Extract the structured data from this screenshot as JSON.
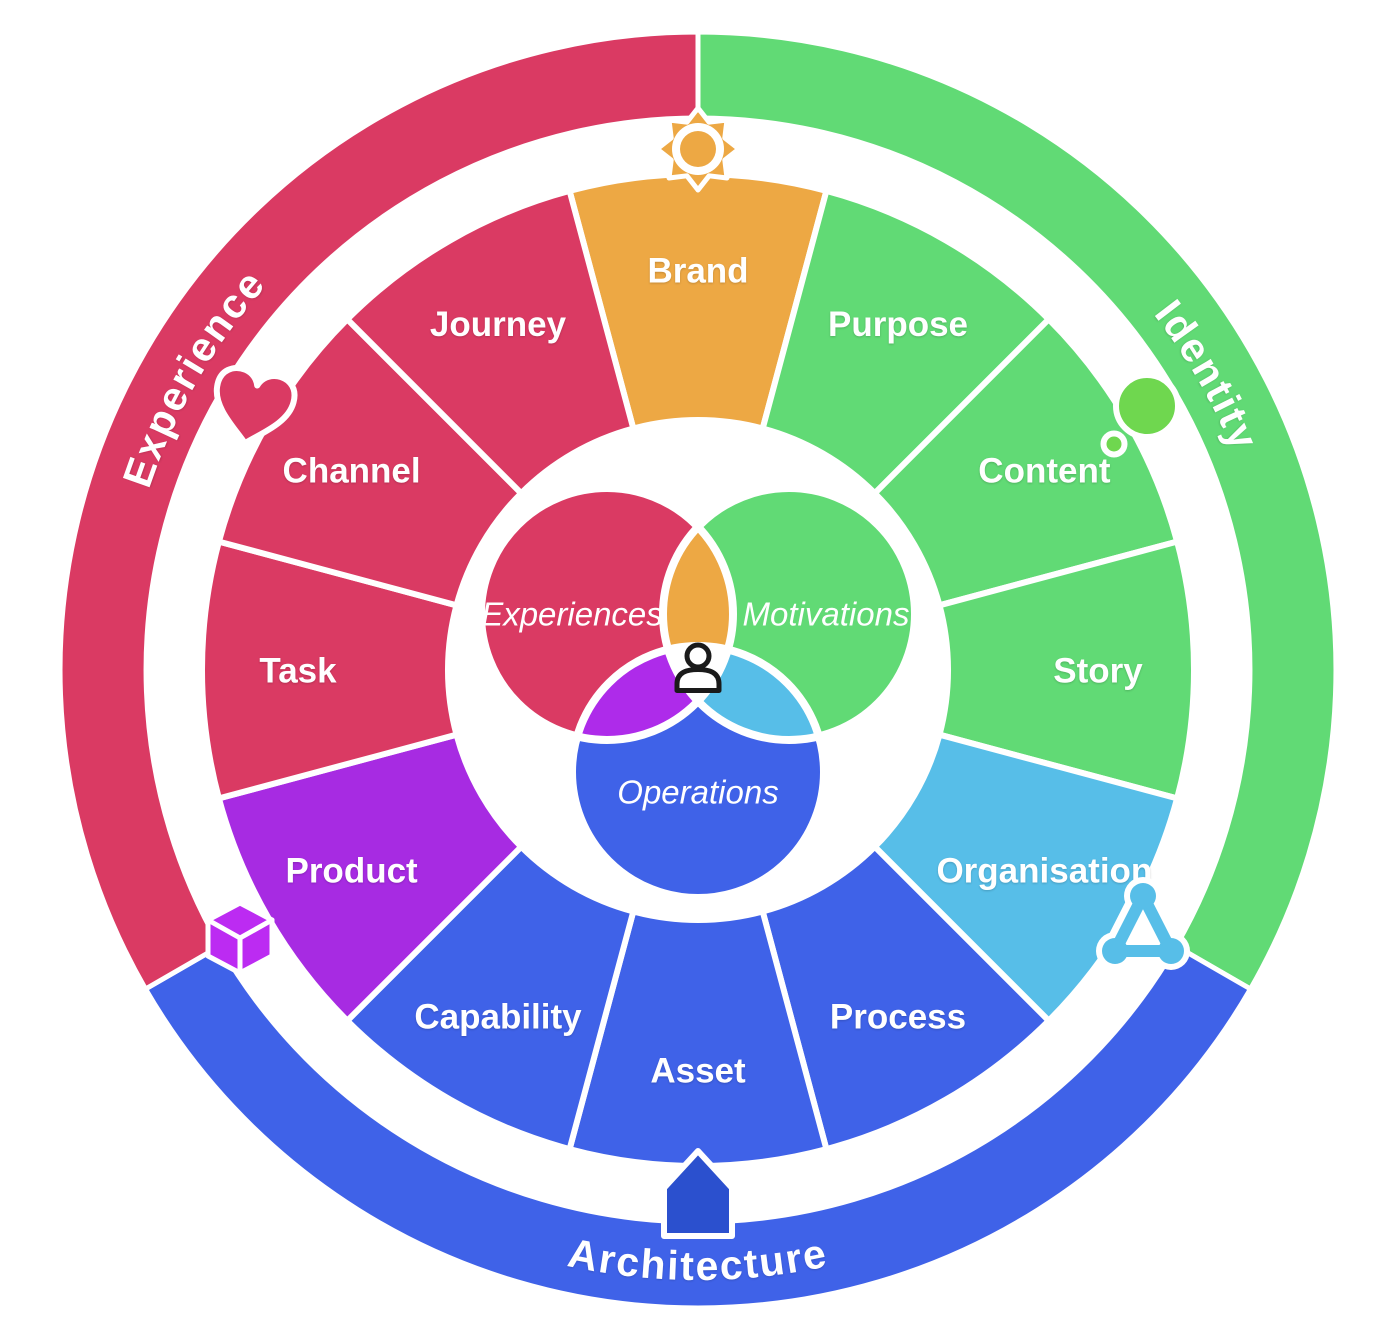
{
  "diagram": {
    "name": "brand-experience-architecture-wheel",
    "rings": {
      "outer": [
        {
          "label": "Identity",
          "color": "#61DA75",
          "icon": "bubble-icon"
        },
        {
          "label": "Architecture",
          "color": "#3F62E8",
          "icon": "house-icon"
        },
        {
          "label": "Experience",
          "color": "#DA3A63",
          "icon": "heart-icon"
        }
      ],
      "middle": [
        {
          "label": "Brand",
          "color": "#EDA844"
        },
        {
          "label": "Purpose",
          "color": "#61DA75"
        },
        {
          "label": "Content",
          "color": "#61DA75"
        },
        {
          "label": "Story",
          "color": "#61DA75"
        },
        {
          "label": "Organisation",
          "color": "#57BEE8"
        },
        {
          "label": "Process",
          "color": "#3F62E8"
        },
        {
          "label": "Asset",
          "color": "#3F62E8"
        },
        {
          "label": "Capability",
          "color": "#3F62E8"
        },
        {
          "label": "Product",
          "color": "#A72BE2"
        },
        {
          "label": "Task",
          "color": "#DA3A63"
        },
        {
          "label": "Channel",
          "color": "#DA3A63"
        },
        {
          "label": "Journey",
          "color": "#DA3A63"
        }
      ]
    },
    "venn": {
      "experiences": {
        "label": "Experiences",
        "color": "#DA3A63"
      },
      "motivations": {
        "label": "Motivations",
        "color": "#61DA75"
      },
      "operations": {
        "label": "Operations",
        "color": "#3F62E8"
      },
      "overlap_experiences_motivations": "#EDA844",
      "overlap_experiences_operations": "#AE2BEA",
      "overlap_motivations_operations": "#57BEE8",
      "center_color": "#FFFFFF"
    },
    "icons": {
      "sun": "#EDA844",
      "bubble": "#6FD74F",
      "network": "#57BEE8",
      "house": "#2B50CE",
      "cube": "#BC2BF2",
      "heart": "#DA3A63",
      "person": "#1A1A1A"
    }
  }
}
